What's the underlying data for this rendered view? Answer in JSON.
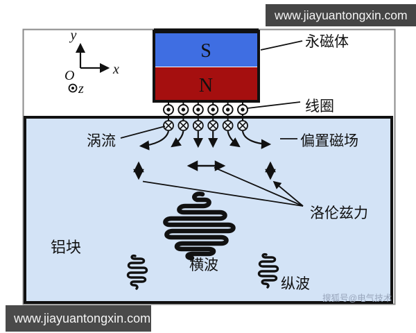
{
  "banners": {
    "top": "www.jiayuantongxin.com",
    "bottom": "www.jiayuantongxin.com"
  },
  "coordinate_axes": {
    "x_label": "x",
    "y_label": "y",
    "z_label": "z",
    "origin_label": "O"
  },
  "magnet": {
    "south_pole": "S",
    "north_pole": "N"
  },
  "annotations": {
    "permanent_magnet": "永磁体",
    "coil": "线圈",
    "eddy_current": "涡流",
    "bias_magnetic_field": "偏置磁场",
    "lorentz_force": "洛伦兹力",
    "aluminum_block": "铝块",
    "transverse_wave": "横波",
    "longitudinal_wave": "纵波"
  },
  "watermark": "搜狐号@电气技术",
  "colors": {
    "magnet_south_blue": "#3f6ee2",
    "magnet_north_red": "#a50f0f",
    "south_letter": "#1b2b8f",
    "north_letter": "#6b0808",
    "aluminum_fill": "#d3e3f6",
    "banner_bg": "#454545",
    "outer_border": "#8a8a8a",
    "ink": "#111111"
  }
}
